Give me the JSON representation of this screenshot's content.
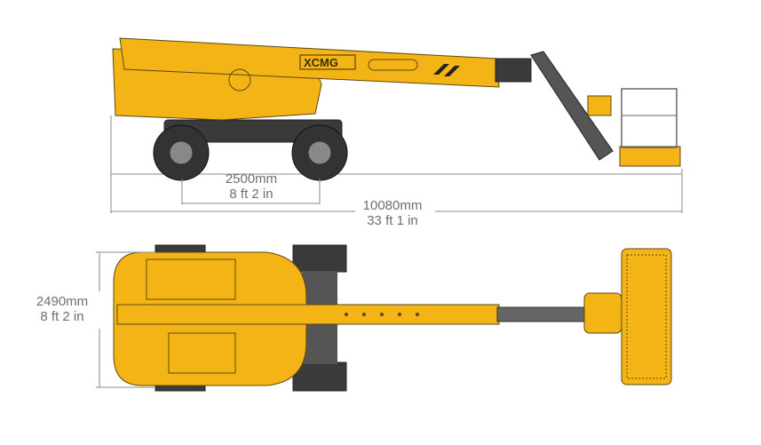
{
  "brand_logo": "XCMG",
  "side_view": {
    "wheelbase": {
      "metric": "2500mm",
      "imperial": "8 ft 2 in"
    },
    "overall_length": {
      "metric": "10080mm",
      "imperial": "33 ft 1 in"
    }
  },
  "top_view": {
    "overall_width": {
      "metric": "2490mm",
      "imperial": "8 ft 2 in"
    }
  },
  "colors": {
    "machine": "#f4b416",
    "tires": "#3a3a3a",
    "dimension_lines": "#8a8a8a"
  }
}
